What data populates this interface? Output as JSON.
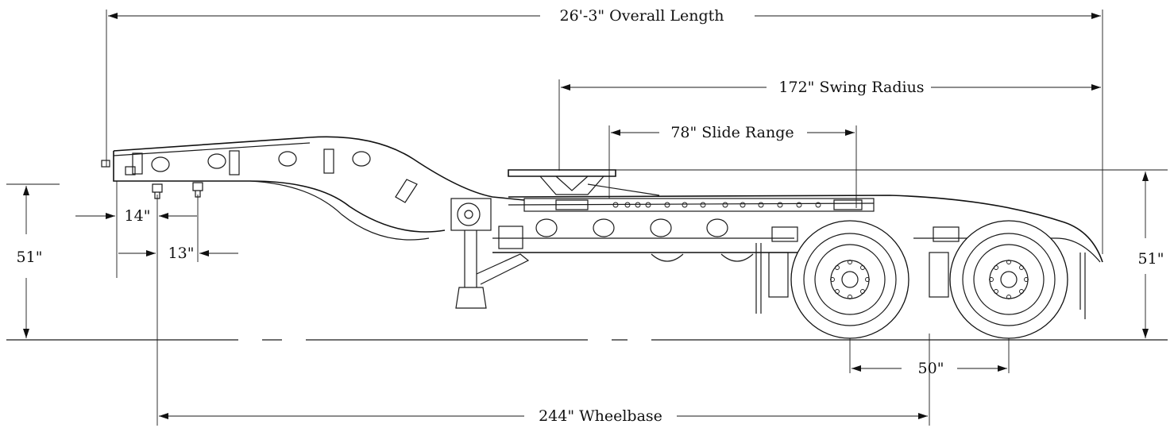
{
  "dimensions": {
    "overall_length": "26'-3\" Overall Length",
    "swing_radius": "172\" Swing Radius",
    "slide_range": "78\" Slide Range",
    "left_height": "51\"",
    "right_height": "51\"",
    "offset_14": "14\"",
    "offset_13": "13\"",
    "axle_spread": "50\"",
    "wheelbase": "244\" Wheelbase"
  }
}
